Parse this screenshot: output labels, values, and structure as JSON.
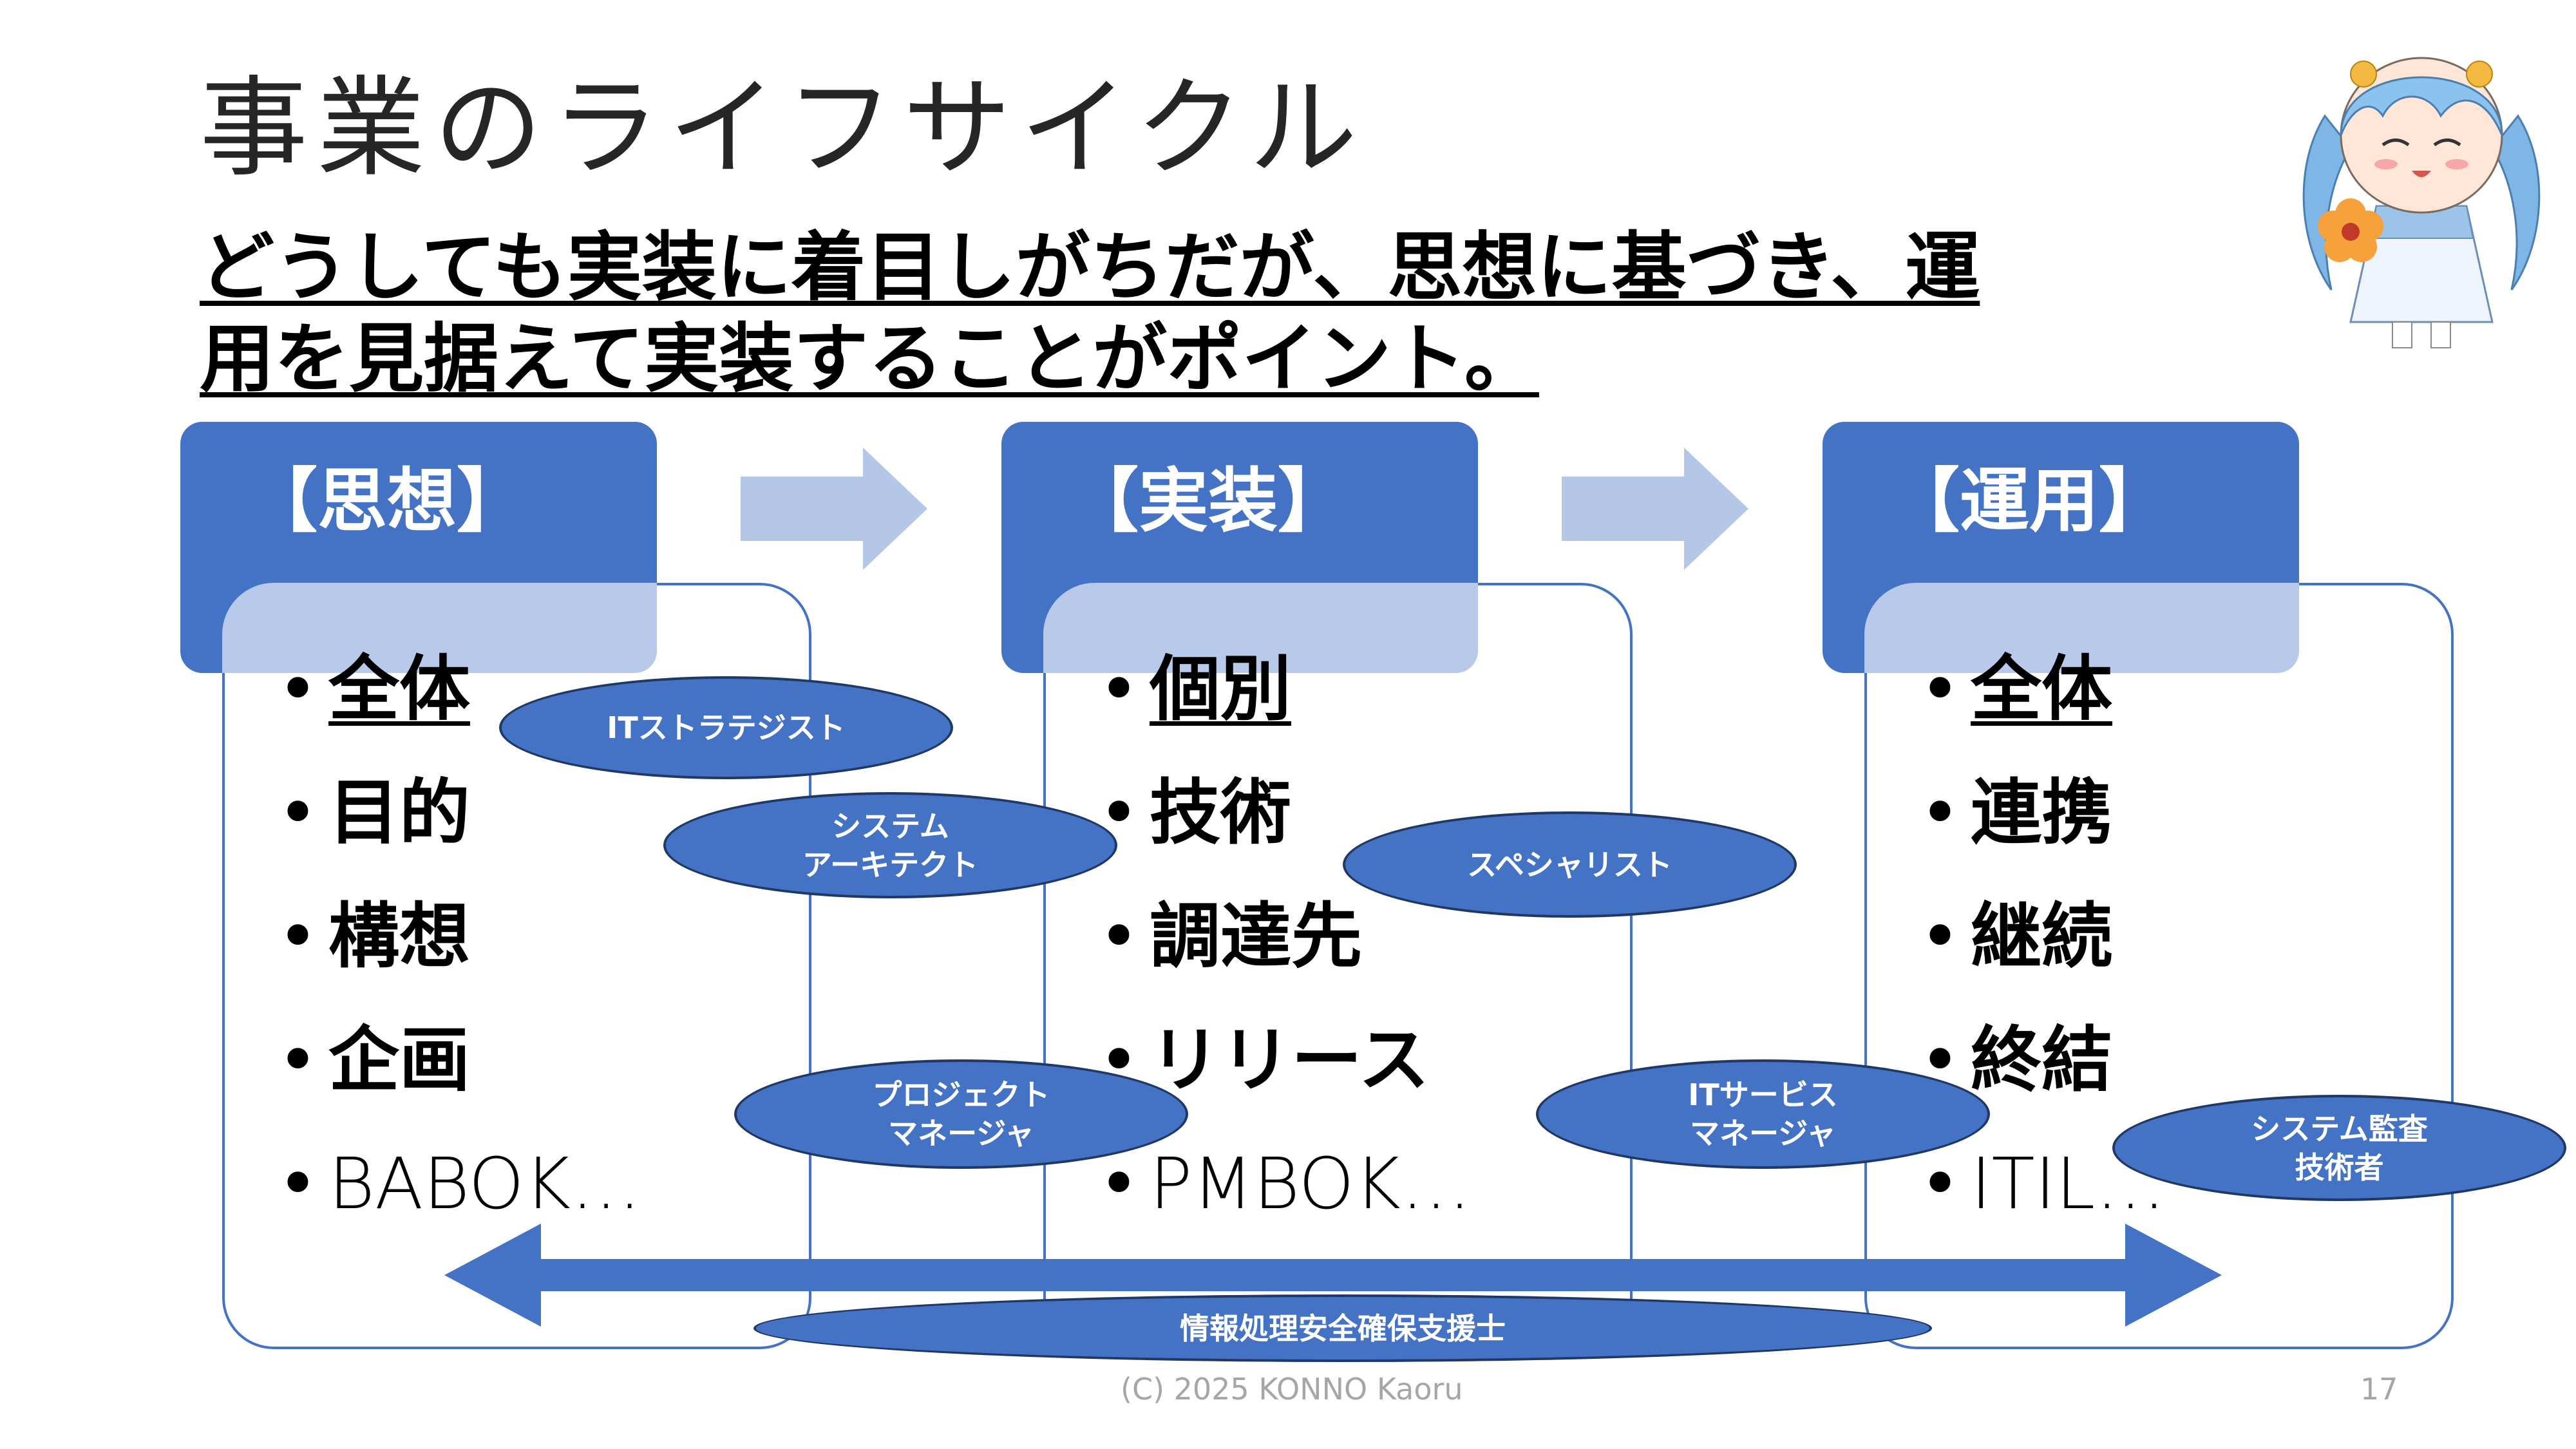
{
  "title": "事業のライフサイクル",
  "subtitle": {
    "line1": "どうしても実装に着目しがちだが、思想に基づき、運",
    "line2": "用を見据えて実装することがポイント。"
  },
  "columns": [
    {
      "label": "【思想】",
      "items": [
        "全体",
        "目的",
        "構想",
        "企画",
        "BABOK…"
      ]
    },
    {
      "label": "【実装】",
      "items": [
        "個別",
        "技術",
        "調達先",
        "リリース",
        "PMBOK…"
      ]
    },
    {
      "label": "【運用】",
      "items": [
        "全体",
        "連携",
        "継続",
        "終結",
        "ITIL…"
      ]
    }
  ],
  "roles": {
    "it_strategist": "ITストラテジスト",
    "system_architect": "システム\nアーキテクト",
    "specialist": "スペシャリスト",
    "project_manager": "プロジェクト\nマネージャ",
    "it_service_manager": "ITサービス\nマネージャ",
    "system_auditor": "システム監査\n技術者",
    "security_specialist": "情報処理安全確保支援士"
  },
  "footer": {
    "copyright": "(C) 2025 KONNO Kaoru",
    "page_number": "17"
  },
  "colors": {
    "accent": "#4472c4",
    "arrow_light": "#b4c7e7",
    "footer_text": "#a6a6a6"
  },
  "icons": {
    "step_arrow": "right-arrow-icon",
    "span_arrow": "double-headed-arrow-icon",
    "mascot": "anime-character-mascot"
  }
}
